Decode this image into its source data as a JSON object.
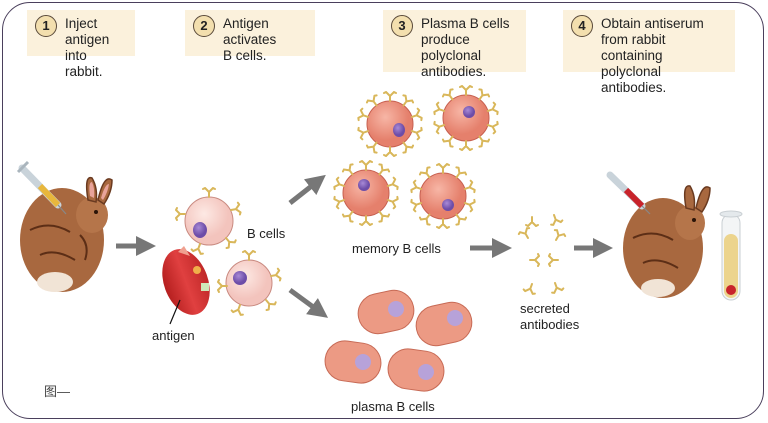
{
  "steps": [
    {
      "num": "1",
      "text_line1": "Inject antigen",
      "text_line2": "into rabbit.",
      "text_line3": ""
    },
    {
      "num": "2",
      "text_line1": "Antigen activates",
      "text_line2": "B cells.",
      "text_line3": ""
    },
    {
      "num": "3",
      "text_line1": "Plasma B cells",
      "text_line2": "produce polyclonal",
      "text_line3": "antibodies."
    },
    {
      "num": "4",
      "text_line1": "Obtain antiserum",
      "text_line2": "from rabbit containing",
      "text_line3": "polyclonal antibodies."
    }
  ],
  "labels": {
    "b_cells": "B cells",
    "antigen": "antigen",
    "memory_b_cells": "memory B cells",
    "plasma_b_cells": "plasma B cells",
    "secreted_line1": "secreted",
    "secreted_line2": "antibodies"
  },
  "figure_caption_icon": "图—",
  "colors": {
    "step_bg": "#fbf1dc",
    "step_badge": "#f3dfae",
    "frame_border": "#4a3f5c",
    "arrow": "#777777",
    "antibody": "#d9b75a",
    "b_cell_fill": "#f7d3cf",
    "memory_cell_fill": "#ec9382",
    "plasma_cell_fill": "#ec9a84",
    "nucleus": "#8a6bbf",
    "antigen": "#d42d2d",
    "rabbit": "#a8683f",
    "serum": "#ecd48d"
  }
}
